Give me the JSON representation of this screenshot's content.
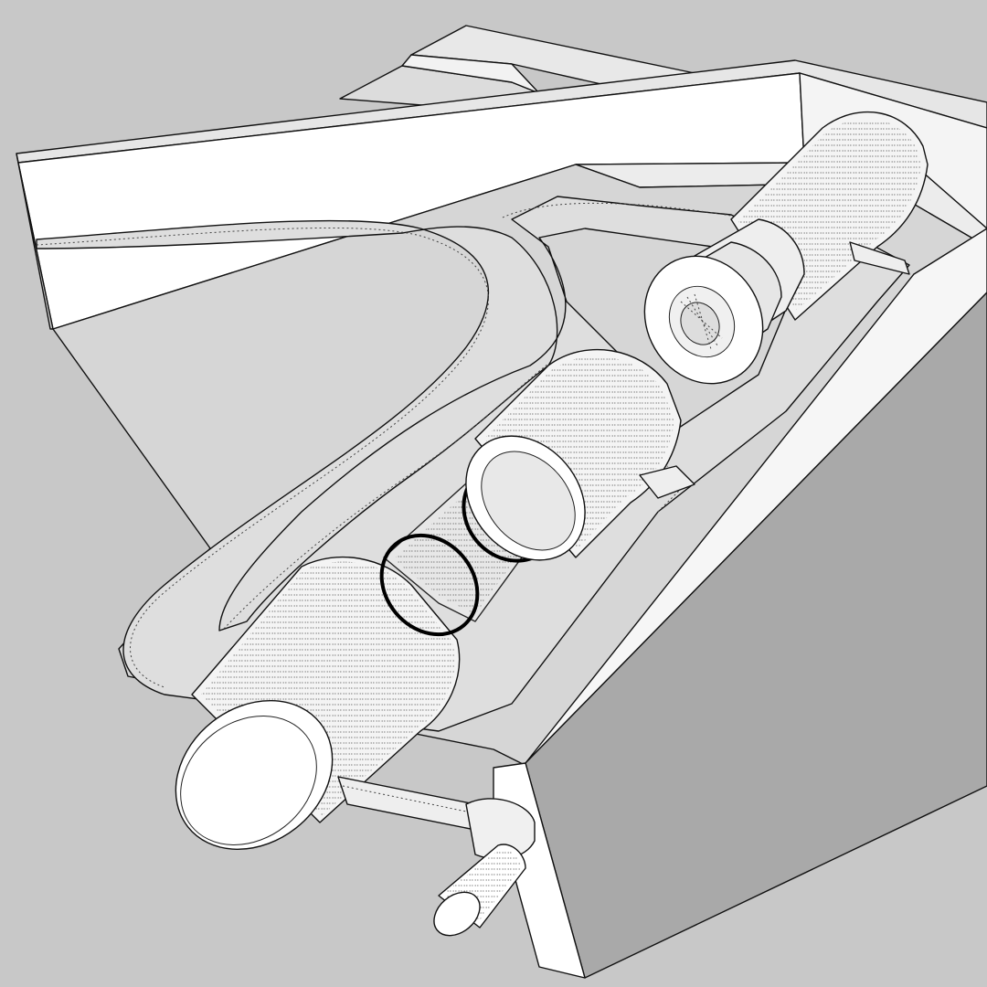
{
  "viewport": {
    "background_color": "#c8c8c8",
    "face_color_light": "#ffffff",
    "face_color_mid": "#e2e2e2",
    "face_color_dark": "#a9a9a9",
    "edge_color": "#111111",
    "render_style": "hidden-line-xray"
  },
  "parts": [
    {
      "name": "back-panel-strip",
      "icon": "panel-shape"
    },
    {
      "name": "side-wall",
      "icon": "wall-shape"
    },
    {
      "name": "u-frame",
      "icon": "frame-shape"
    },
    {
      "name": "upper-roller",
      "icon": "cylinder-shape"
    },
    {
      "name": "main-spindle",
      "icon": "cylinder-shape"
    },
    {
      "name": "axle-pin",
      "icon": "pin-shape"
    }
  ]
}
